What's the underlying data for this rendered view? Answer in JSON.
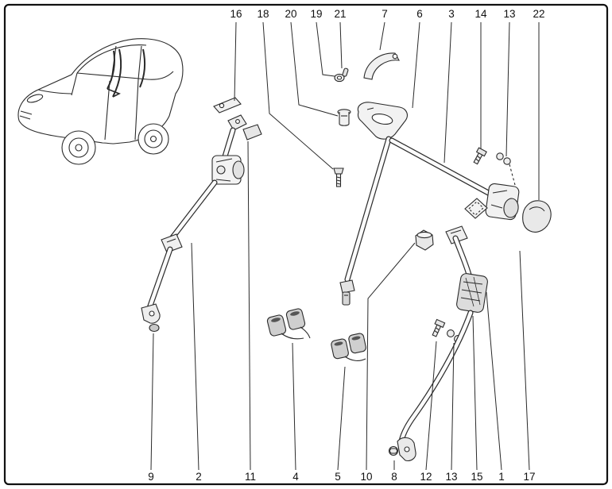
{
  "figure": {
    "type": "exploded-parts-diagram",
    "subject": "seat-belt-assembly",
    "colors": {
      "background": "#ffffff",
      "line": "#2a2a2a",
      "border": "#111111"
    },
    "top_callouts": [
      {
        "label": "16"
      },
      {
        "label": "18"
      },
      {
        "label": "20"
      },
      {
        "label": "19"
      },
      {
        "label": "21"
      },
      {
        "label": "7"
      },
      {
        "label": "6"
      },
      {
        "label": "3"
      },
      {
        "label": "14"
      },
      {
        "label": "13"
      },
      {
        "label": "22"
      }
    ],
    "bottom_callouts": [
      {
        "label": "9"
      },
      {
        "label": "2"
      },
      {
        "label": "11"
      },
      {
        "label": "4"
      },
      {
        "label": "5"
      },
      {
        "label": "10"
      },
      {
        "label": "8"
      },
      {
        "label": "12"
      },
      {
        "label": "13"
      },
      {
        "label": "15"
      },
      {
        "label": "1"
      },
      {
        "label": "17"
      }
    ]
  }
}
